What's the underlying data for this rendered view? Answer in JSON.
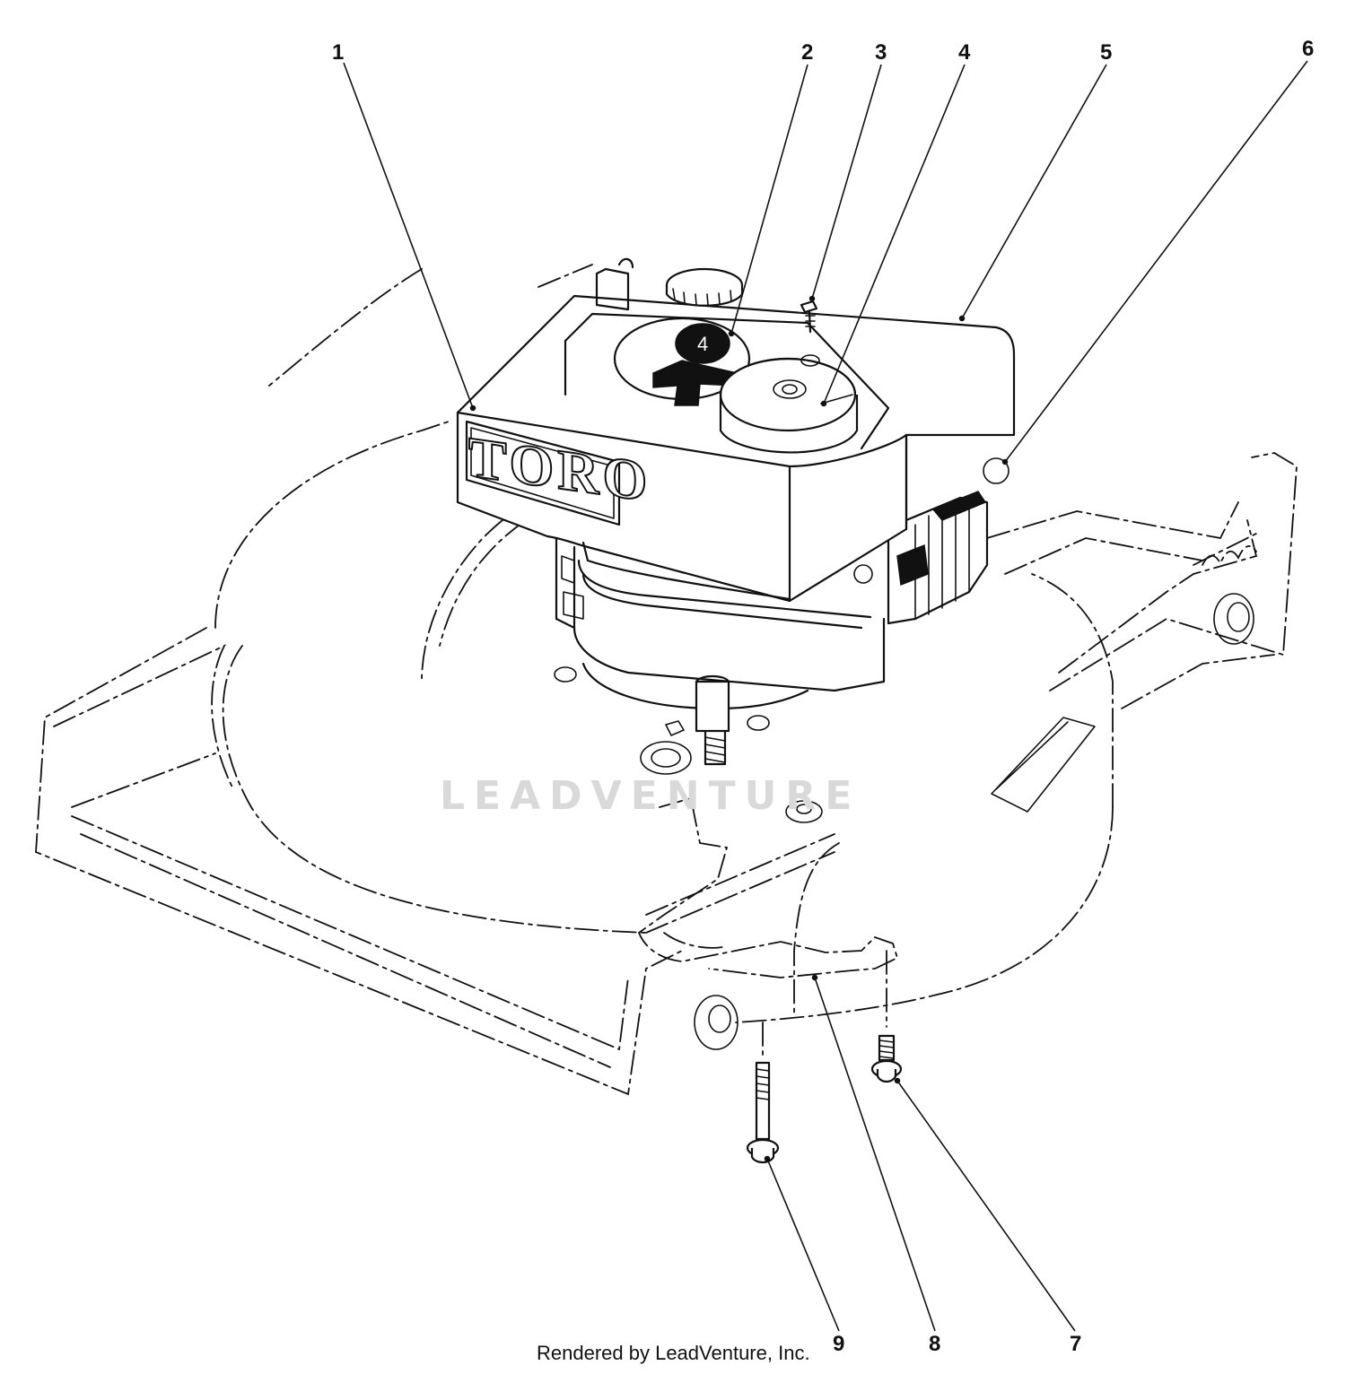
{
  "diagram": {
    "brand_logo_text": "TORO",
    "engine_decal_number": "4",
    "watermark_text": "LEADVENTURE",
    "credit_text": "Rendered by LeadVenture, Inc."
  },
  "callouts": [
    {
      "label": "1"
    },
    {
      "label": "2"
    },
    {
      "label": "3"
    },
    {
      "label": "4"
    },
    {
      "label": "5"
    },
    {
      "label": "6"
    },
    {
      "label": "7"
    },
    {
      "label": "8"
    },
    {
      "label": "9"
    }
  ]
}
